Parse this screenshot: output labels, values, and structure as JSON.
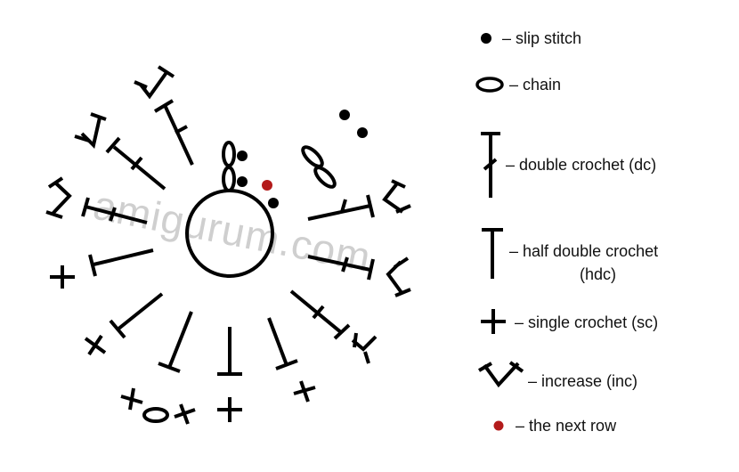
{
  "watermark": "amigurum.com",
  "colors": {
    "ink": "#000000",
    "next_row_dot": "#b31b1b",
    "watermark": "#c8c8c8"
  },
  "legend": {
    "slip_stitch": "– slip stitch",
    "chain": "– chain",
    "double_crochet": "– double crochet (dc)",
    "half_double_crochet_line1": "– half double crochet",
    "half_double_crochet_line2": "(hdc)",
    "single_crochet": "– single crochet (sc)",
    "increase": "– increase (inc)",
    "next_row": "– the next row"
  }
}
